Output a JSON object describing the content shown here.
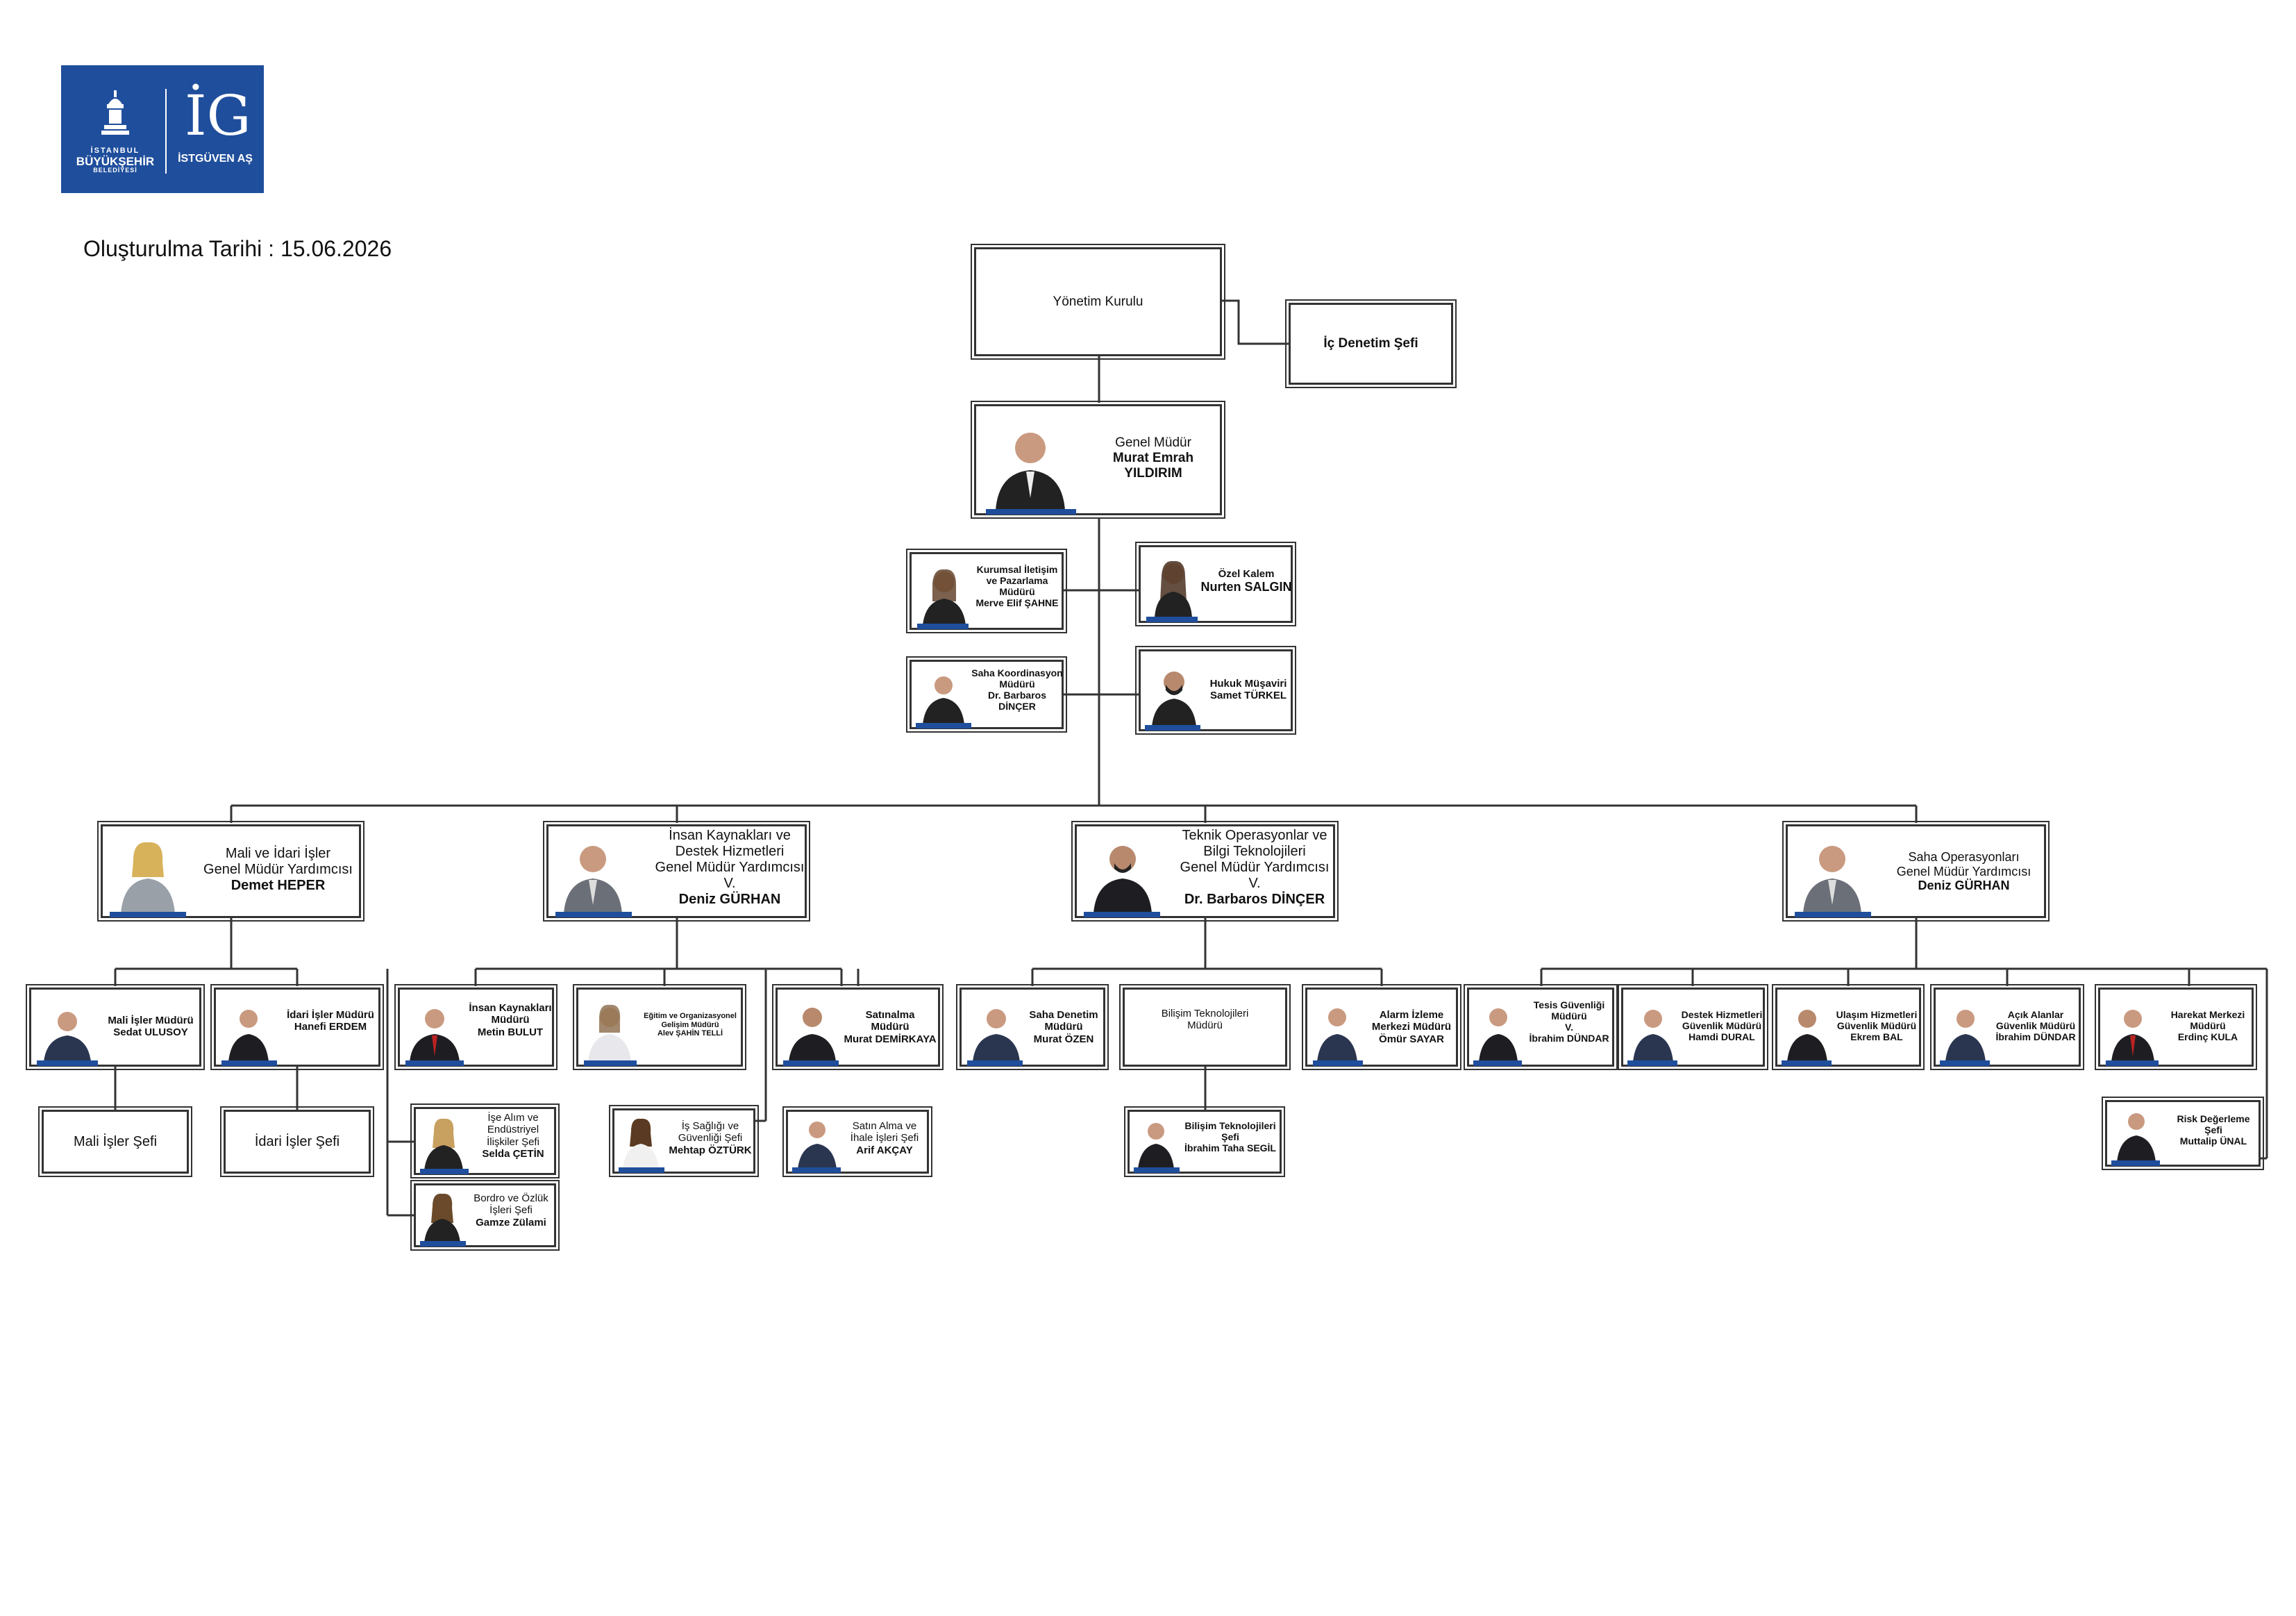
{
  "header": {
    "logo_ibb_line1": "İSTANBUL",
    "logo_ibb_line2": "BÜYÜKŞEHİR",
    "logo_ibb_line3": "BELEDİYESİ",
    "logo_ig": "İG",
    "logo_istguven": "İSTGÜVEN AŞ",
    "created_label": "Oluşturulma Tarihi : 15.06.2026"
  },
  "top": {
    "board": "Yönetim Kurulu",
    "audit": "İç Denetim Şefi"
  },
  "gm": {
    "title": "Genel Müdür",
    "name1": "Murat Emrah",
    "name2": "YILDIRIM"
  },
  "staff": {
    "corp_title1": "Kurumsal İletişim",
    "corp_title2": "ve Pazarlama",
    "corp_title3": "Müdürü",
    "corp_name": "Merve Elif ŞAHNE",
    "private_title": "Özel Kalem",
    "private_name": "Nurten SALGIN",
    "field_title1": "Saha Koordinasyon",
    "field_title2": "Müdürü",
    "field_name1": "Dr. Barbaros",
    "field_name2": "DİNÇER",
    "legal_title": "Hukuk Müşaviri",
    "legal_name": "Samet TÜRKEL"
  },
  "deputies": {
    "d1_l1": "Mali ve İdari İşler",
    "d1_l2": "Genel Müdür Yardımcısı",
    "d1_name": "Demet HEPER",
    "d2_l1": "İnsan Kaynakları ve",
    "d2_l2": "Destek Hizmetleri",
    "d2_l3": "Genel Müdür Yardımcısı",
    "d2_l4": "V.",
    "d2_name": "Deniz GÜRHAN",
    "d3_l1": "Teknik Operasyonlar ve",
    "d3_l2": "Bilgi Teknolojileri",
    "d3_l3": "Genel Müdür Yardımcısı",
    "d3_l4": "V.",
    "d3_name": "Dr. Barbaros DİNÇER",
    "d4_l1": "Saha Operasyonları",
    "d4_l2": "Genel Müdür Yardımcısı",
    "d4_name": "Deniz GÜRHAN"
  },
  "units": {
    "mali_title": "Mali İşler Müdürü",
    "mali_name": "Sedat ULUSOY",
    "idari_title": "İdari İşler Müdürü",
    "idari_name": "Hanefi ERDEM",
    "mali_chief": "Mali İşler Şefi",
    "idari_chief": "İdari İşler Şefi",
    "ik_title1": "İnsan Kaynakları",
    "ik_title2": "Müdürü",
    "ik_name": "Metin BULUT",
    "egitim_title1": "Eğitim ve Organizasyonel",
    "egitim_title2": "Gelişim Müdürü",
    "egitim_name": "Alev ŞAHİN TELLİ",
    "satin_title1": "Satınalma",
    "satin_title2": "Müdürü",
    "satin_name": "Murat DEMİRKAYA",
    "ise_title1": "İşe Alım ve",
    "ise_title2": "Endüstriyel",
    "ise_title3": "İlişkiler Şefi",
    "ise_name": "Selda ÇETİN",
    "bordro_title1": "Bordro ve Özlük",
    "bordro_title2": "İşleri Şefi",
    "bordro_name": "Gamze Zülami",
    "isg_title1": "İş Sağlığı ve",
    "isg_title2": "Güvenliği Şefi",
    "isg_name": "Mehtap ÖZTÜRK",
    "ihale_title1": "Satın Alma ve",
    "ihale_title2": "İhale İşleri Şefi",
    "ihale_name": "Arif AKÇAY",
    "denetim_title1": "Saha Denetim",
    "denetim_title2": "Müdürü",
    "denetim_name": "Murat ÖZEN",
    "bt_title1": "Bilişim Teknolojileri",
    "bt_title2": "Müdürü",
    "btchief_title1": "Bilişim Teknolojileri",
    "btchief_title2": "Şefi",
    "btchief_name": "İbrahim Taha SEGİL",
    "alarm_title1": "Alarm İzleme",
    "alarm_title2": "Merkezi  Müdürü",
    "alarm_name": "Ömür SAYAR",
    "tesis_title1": "Tesis Güvenliği",
    "tesis_title2": "Müdürü",
    "tesis_title3": "V.",
    "tesis_name": "İbrahim DÜNDAR",
    "destek_title1": "Destek Hizmetleri",
    "destek_title2": "Güvenlik Müdürü",
    "destek_name": "Hamdi DURAL",
    "ulasim_title1": "Ulaşım Hizmetleri",
    "ulasim_title2": "Güvenlik Müdürü",
    "ulasim_name": "Ekrem BAL",
    "acik_title1": "Açık Alanlar",
    "acik_title2": "Güvenlik Müdürü",
    "acik_name": "İbrahim DÜNDAR",
    "harekat_title1": "Harekat Merkezi",
    "harekat_title2": "Müdürü",
    "harekat_name": "Erdinç KULA",
    "risk_title1": "Risk Değerleme",
    "risk_title2": "Şefi",
    "risk_name": "Muttalip ÜNAL"
  },
  "colors": {
    "brand_blue": "#1f4e9c",
    "line": "#333333"
  }
}
